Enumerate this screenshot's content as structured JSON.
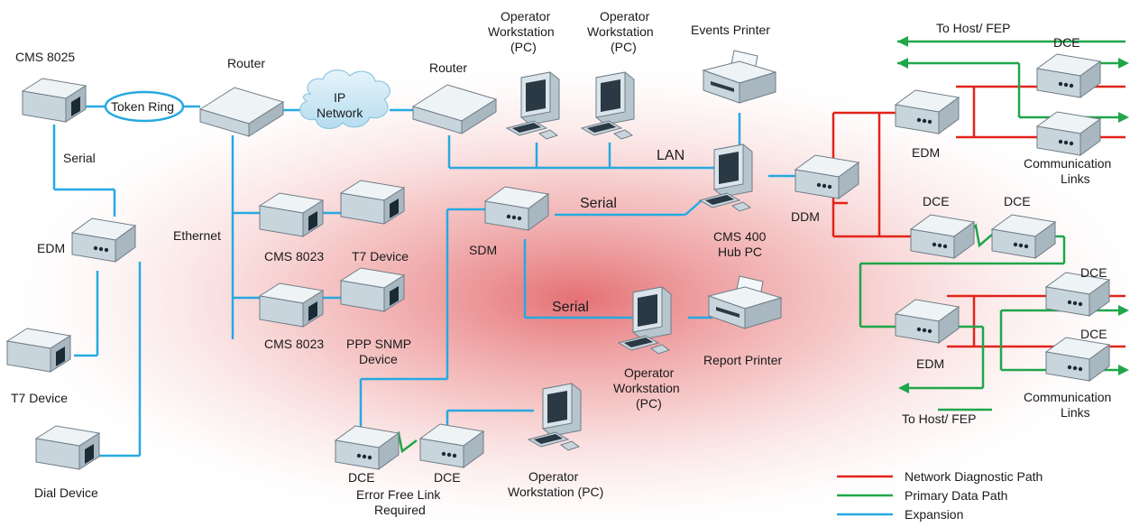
{
  "labels": {
    "cms8025": "CMS 8025",
    "token_ring": "Token Ring",
    "router_left": "Router",
    "ip_network_1": "IP",
    "ip_network_2": "Network",
    "router_mid": "Router",
    "op_ws1_1": "Operator",
    "op_ws1_2": "Workstation",
    "op_ws1_3": "(PC)",
    "op_ws2_1": "Operator",
    "op_ws2_2": "Workstation",
    "op_ws2_3": "(PC)",
    "events_printer": "Events Printer",
    "to_host_top": "To Host/ FEP",
    "dce_top": "DCE",
    "edm_top": "EDM",
    "comm_links_top_1": "Communication",
    "comm_links_top_2": "Links",
    "serial_left": "Serial",
    "edm_left": "EDM",
    "ethernet": "Ethernet",
    "cms8023_a": "CMS 8023",
    "t7_device_mid": "T7 Device",
    "cms8023_b": "CMS 8023",
    "ppp_snmp_1": "PPP SNMP",
    "ppp_snmp_2": "Device",
    "lan": "LAN",
    "serial_sdm": "Serial",
    "sdm": "SDM",
    "cms400_1": "CMS 400",
    "cms400_2": "Hub PC",
    "ddm": "DDM",
    "dce_mid_1": "DCE",
    "dce_mid_2": "DCE",
    "serial_lower": "Serial",
    "report_printer": "Report Printer",
    "op_ws3_1": "Operator",
    "op_ws3_2": "Workstation",
    "op_ws3_3": "(PC)",
    "t7_device_left": "T7 Device",
    "dial_device": "Dial Device",
    "dce_bl_1": "DCE",
    "dce_bl_2": "DCE",
    "error_free_1": "Error Free Link",
    "error_free_2": "Required",
    "op_ws4_1": "Operator",
    "op_ws4_2": "Workstation (PC)",
    "dce_r1": "DCE",
    "dce_r2": "DCE",
    "edm_bottom": "EDM",
    "comm_links_bot_1": "Communication",
    "comm_links_bot_2": "Links",
    "to_host_bottom": "To Host/ FEP"
  },
  "legend": [
    {
      "label": "Network Diagnostic Path",
      "color": "#e2231a"
    },
    {
      "label": "Primary Data Path",
      "color": "#1fa64a"
    },
    {
      "label": "Expansion",
      "color": "#27a9e1"
    }
  ],
  "colors": {
    "expansion": "#27a9e1",
    "diagnostic": "#e2231a",
    "primary": "#1fa64a",
    "glow": "#e0585c"
  },
  "icons": [
    "device-box-icon",
    "router-icon",
    "cloud-icon",
    "pc-workstation-icon",
    "printer-icon"
  ]
}
